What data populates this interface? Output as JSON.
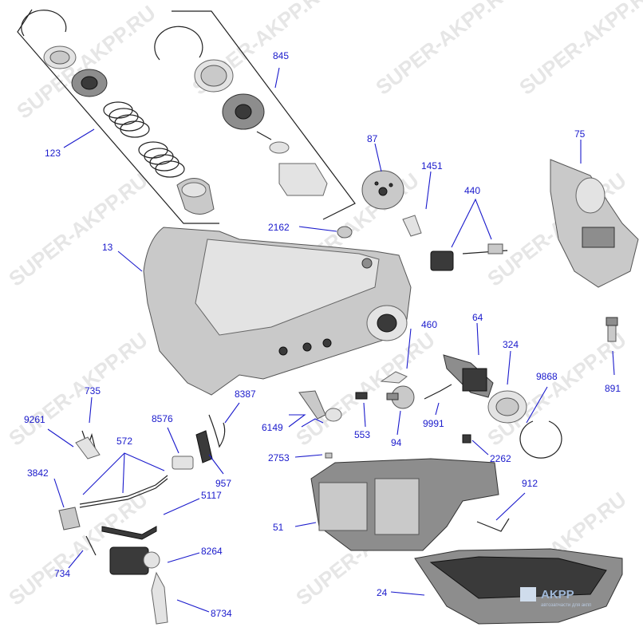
{
  "watermark": "SUPER-AKPP.RU",
  "logo": {
    "text": "AKPP",
    "sub": "автозапчасти для акпп"
  },
  "callouts": {
    "c123": "123",
    "c845": "845",
    "c87": "87",
    "c1451": "1451",
    "c75": "75",
    "c440": "440",
    "c2162": "2162",
    "c13": "13",
    "c460": "460",
    "c64": "64",
    "c324": "324",
    "c735": "735",
    "c8387": "8387",
    "c9261": "9261",
    "c8576": "8576",
    "c6149": "6149",
    "c553": "553",
    "c94": "94",
    "c9991": "9991",
    "c9868": "9868",
    "c891": "891",
    "c572": "572",
    "c2753": "2753",
    "c2262": "2262",
    "c3842": "3842",
    "c957": "957",
    "c5117": "5117",
    "c912": "912",
    "c51": "51",
    "c8264": "8264",
    "c734": "734",
    "c24": "24",
    "c8734": "8734"
  }
}
